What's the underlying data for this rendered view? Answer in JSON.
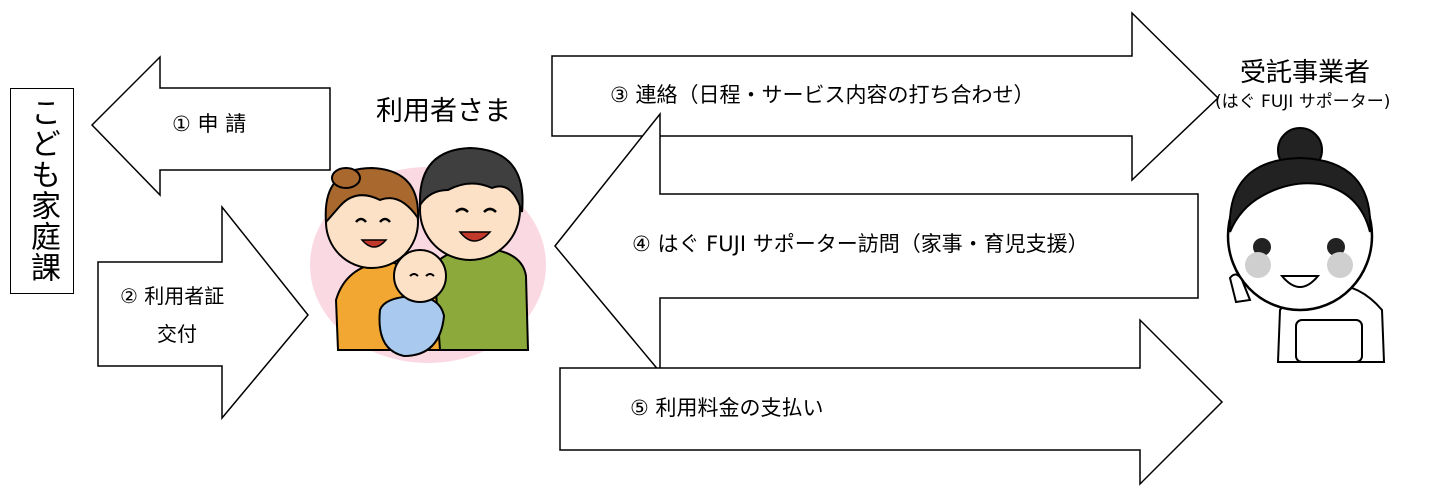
{
  "nodes": {
    "department": "こども家庭課",
    "user": "利用者さま",
    "contractor_title": "受託事業者",
    "contractor_sub": "(はぐ FUJI サポーター)"
  },
  "steps": {
    "s1": "① 申 請",
    "s2_line1": "② 利用者証",
    "s2_line2": "交付",
    "s3": "③ 連絡（日程・サービス内容の打ち合わせ）",
    "s4": "④ はぐ FUJI サポーター訪問（家事・育児支援）",
    "s5": "⑤ 利用料金の支払い"
  },
  "colors": {
    "hair_brown": "#a8682e",
    "hair_dark": "#3f3f3f",
    "shirt_orange": "#f2a732",
    "shirt_green": "#8caa3c",
    "baby_blue": "#a9c9ee",
    "blush_pink": "#fbd9e2",
    "skin": "#fde1c6"
  }
}
